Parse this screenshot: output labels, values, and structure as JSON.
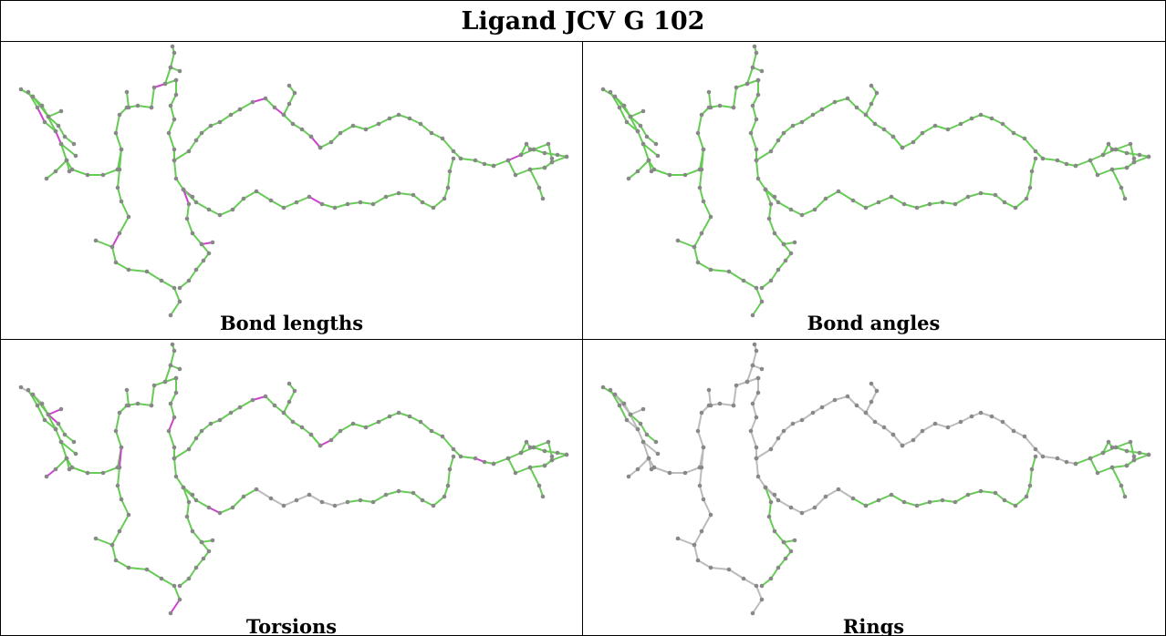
{
  "title": "Ligand JCV G 102",
  "panels": [
    {
      "caption": "Bond lengths",
      "mode": "lengths"
    },
    {
      "caption": "Bond angles",
      "mode": "angles"
    },
    {
      "caption": "Torsions",
      "mode": "torsions"
    },
    {
      "caption": "Rings",
      "mode": "rings"
    }
  ],
  "colors": {
    "ok_bond": "#66cc55",
    "flagged_bond": "#cc44cc",
    "neutral_bond": "#bbbbbb",
    "atom": "#888888",
    "dark_bond": "#2d5a2d",
    "border": "#000000"
  }
}
